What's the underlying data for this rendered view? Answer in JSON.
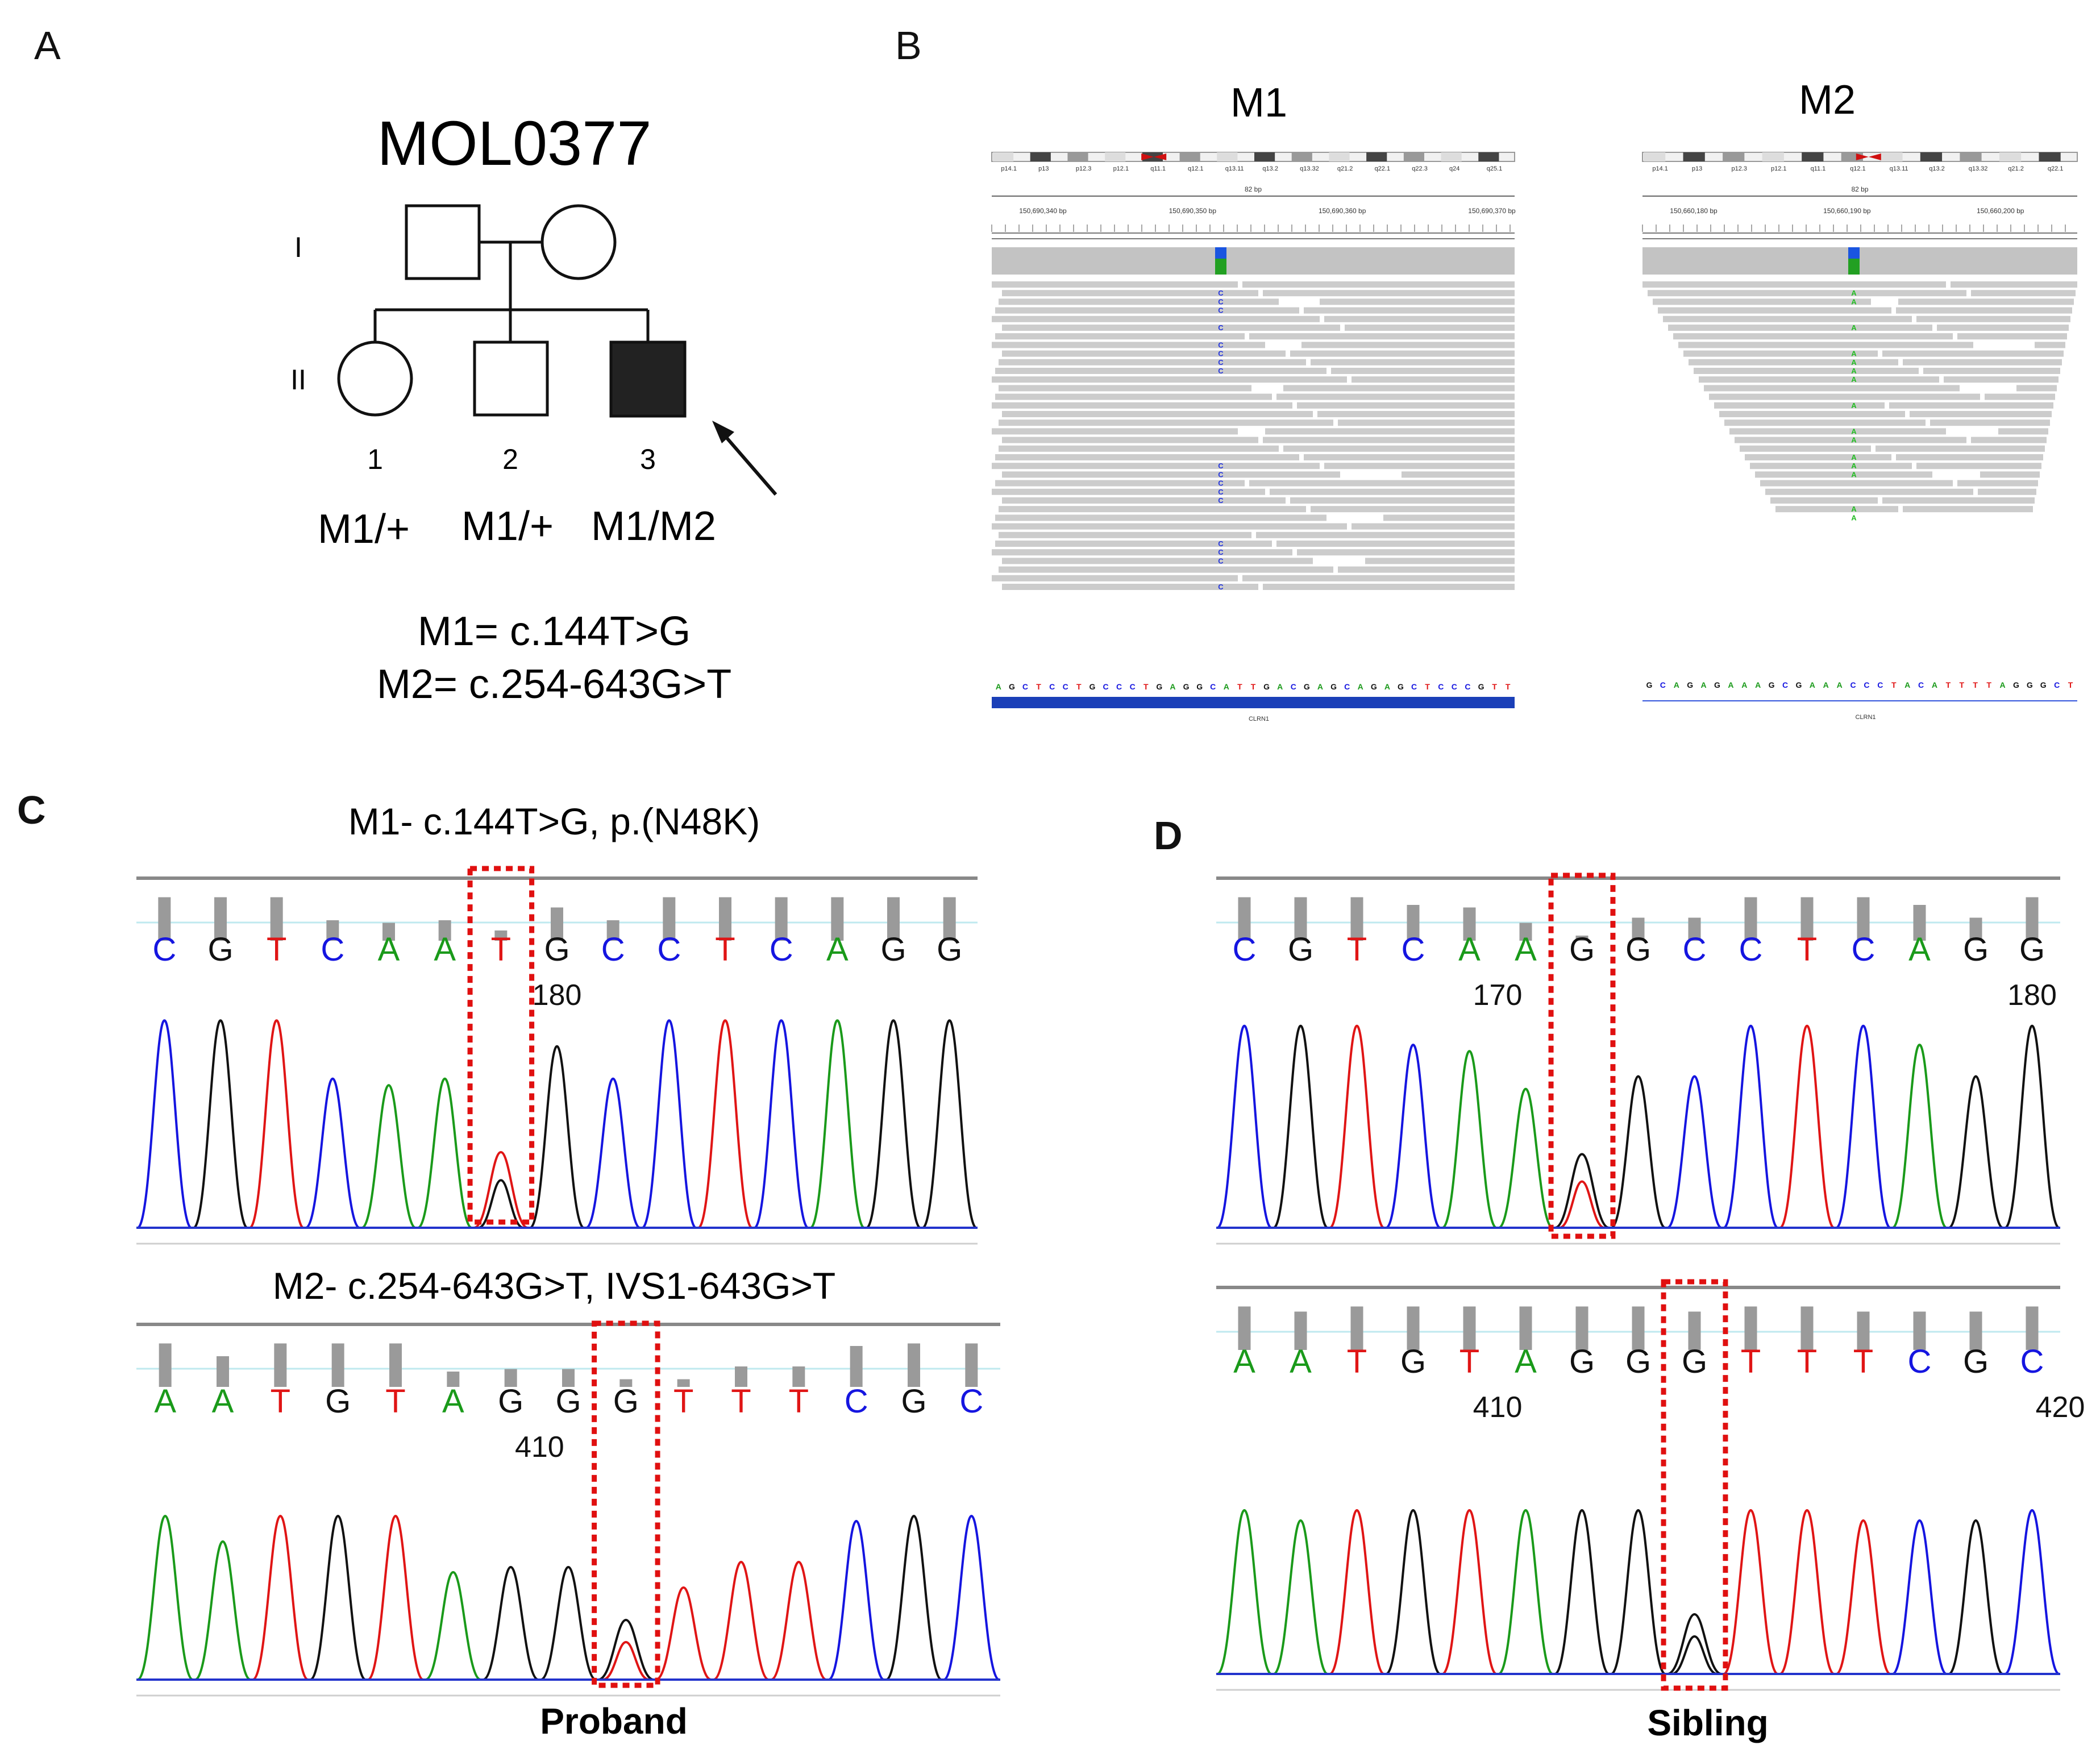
{
  "panels": {
    "a": {
      "letter": "A",
      "family_id": "MOL0377",
      "generations": [
        "I",
        "II"
      ],
      "members": [
        {
          "number": "1",
          "genotype": "M1/+"
        },
        {
          "number": "2",
          "genotype": "M1/+"
        },
        {
          "number": "3",
          "genotype": "M1/M2"
        }
      ],
      "legend": [
        "M1= c.144T>G",
        "M2= c.254-643G>T"
      ]
    },
    "b": {
      "letter": "B",
      "views": [
        {
          "title": "M1",
          "cytobands": [
            "p14.1",
            "p13",
            "p12.3",
            "p12.1",
            "q11.1",
            "q12.1",
            "q13.11",
            "q13.2",
            "q13.32",
            "q21.2",
            "q22.1",
            "q22.3",
            "q24",
            "q25.1"
          ],
          "width_label": "82 bp",
          "coords": [
            "150,690,340 bp",
            "150,690,350 bp",
            "150,690,360 bp",
            "150,690,370 bp"
          ],
          "sequence": "AGCTCCTGCCCTGAGGCATTGACGAGCAGAGCTCCCGTT",
          "gene": "CLRN1",
          "variant_base": "C",
          "variant_color": "#2233dd",
          "sashed_rows": [
            1,
            2,
            3,
            5,
            7,
            8,
            9,
            10,
            21,
            22,
            23,
            24,
            25,
            30,
            31,
            32,
            35
          ]
        },
        {
          "title": "M2",
          "cytobands": [
            "p14.1",
            "p13",
            "p12.3",
            "p12.1",
            "q11.1",
            "q12.1",
            "q13.11",
            "q13.2",
            "q13.32",
            "q21.2",
            "q22.1"
          ],
          "width_label": "82 bp",
          "coords": [
            "150,660,180 bp",
            "150,660,190 bp",
            "150,660,200 bp"
          ],
          "sequence": "GCAGAGAAAGCGAAACCCTACATTTTAGGGCT",
          "gene": "CLRN1",
          "variant_base": "A",
          "variant_color": "#22bb22",
          "sashed_rows": [
            1,
            2,
            5,
            8,
            9,
            10,
            11,
            14,
            17,
            18,
            20,
            21,
            22,
            26,
            27
          ]
        }
      ]
    },
    "c": {
      "letter": "C",
      "footer": "Proband",
      "traces": [
        {
          "title": "M1- c.144T>G, p.(N48K)",
          "bases": [
            "C",
            "G",
            "T",
            "C",
            "A",
            "A",
            "T",
            "G",
            "C",
            "C",
            "T",
            "C",
            "A",
            "G",
            "G"
          ],
          "quality": [
            0.85,
            0.85,
            0.85,
            0.4,
            0.35,
            0.4,
            0.2,
            0.65,
            0.4,
            0.85,
            0.85,
            0.85,
            0.85,
            0.85,
            0.85
          ],
          "position_labels": [
            {
              "text": "180",
              "base_index": 7
            }
          ],
          "highlight_index": 6
        },
        {
          "title": "M2- c.254-643G>T, IVS1-643G>T",
          "bases": [
            "A",
            "A",
            "T",
            "G",
            "T",
            "A",
            "G",
            "G",
            "G",
            "T",
            "T",
            "T",
            "C",
            "G",
            "C"
          ],
          "quality": [
            0.85,
            0.6,
            0.85,
            0.85,
            0.85,
            0.3,
            0.35,
            0.35,
            0.15,
            0.15,
            0.4,
            0.4,
            0.8,
            0.85,
            0.85
          ],
          "position_labels": [
            {
              "text": "410",
              "base_index": 6.5
            }
          ],
          "highlight_index": 8
        }
      ]
    },
    "d": {
      "letter": "D",
      "footer": "Sibling",
      "traces": [
        {
          "title": "",
          "bases": [
            "C",
            "G",
            "T",
            "C",
            "A",
            "A",
            "G",
            "G",
            "C",
            "C",
            "T",
            "C",
            "A",
            "G",
            "G"
          ],
          "quality": [
            0.85,
            0.85,
            0.85,
            0.7,
            0.65,
            0.35,
            0.1,
            0.45,
            0.45,
            0.85,
            0.85,
            0.85,
            0.7,
            0.45,
            0.85
          ],
          "position_labels": [
            {
              "text": "170",
              "base_index": 4.5
            },
            {
              "text": "180",
              "base_index": 14
            }
          ],
          "highlight_index": 6
        },
        {
          "title": "",
          "bases": [
            "A",
            "A",
            "T",
            "G",
            "T",
            "A",
            "G",
            "G",
            "G",
            "T",
            "T",
            "T",
            "C",
            "G",
            "C"
          ],
          "quality": [
            0.85,
            0.75,
            0.85,
            0.85,
            0.85,
            0.85,
            0.85,
            0.85,
            0.75,
            0.85,
            0.85,
            0.75,
            0.75,
            0.75,
            0.85
          ],
          "position_labels": [
            {
              "text": "410",
              "base_index": 4.5
            },
            {
              "text": "420",
              "base_index": 14.5
            }
          ],
          "highlight_index": 8
        }
      ]
    }
  },
  "colors": {
    "A": "#1a9a1a",
    "C": "#1515e0",
    "G": "#111111",
    "T": "#e01515",
    "highlight": "#e01010",
    "quality_bar": "#9a9a9a",
    "read": "#cccccc"
  }
}
